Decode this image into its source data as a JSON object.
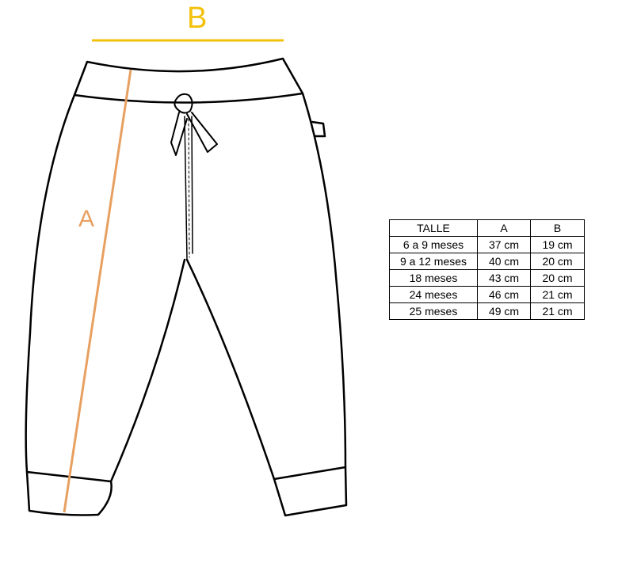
{
  "dimension_labels": {
    "a": "A",
    "b": "B"
  },
  "colors": {
    "a_line": "#e8a060",
    "b_line": "#f2c20a",
    "outline": "#000000"
  },
  "size_table": {
    "headers": [
      "TALLE",
      "A",
      "B"
    ],
    "rows": [
      [
        "6 a 9 meses",
        "37 cm",
        "19 cm"
      ],
      [
        "9 a 12 meses",
        "40 cm",
        "20 cm"
      ],
      [
        "18 meses",
        "43 cm",
        "20 cm"
      ],
      [
        "24 meses",
        "46 cm",
        "21 cm"
      ],
      [
        "25 meses",
        "49 cm",
        "21 cm"
      ]
    ]
  }
}
